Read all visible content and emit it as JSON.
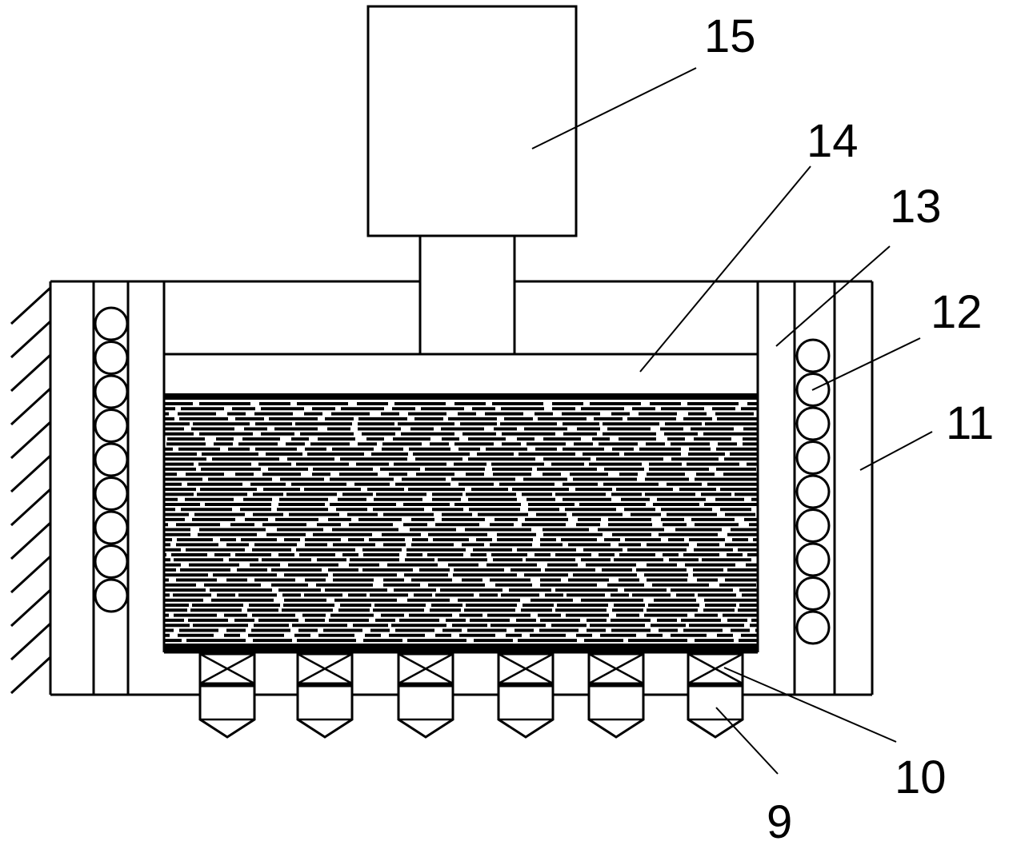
{
  "labels": {
    "l9": "9",
    "l10": "10",
    "l11": "11",
    "l12": "12",
    "l13": "13",
    "l14": "14",
    "l15": "15"
  },
  "colors": {
    "line": "#000000",
    "background": "#ffffff"
  }
}
